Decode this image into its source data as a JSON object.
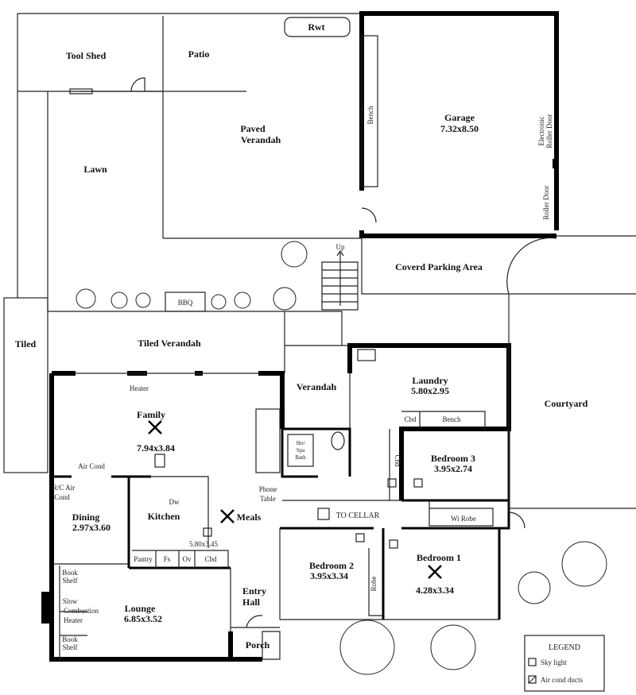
{
  "title": "House Floor Plan",
  "rooms": {
    "tool_shed": "Tool Shed",
    "patio": "Patio",
    "rwt": "Rwt",
    "paved_verandah_1": "Paved",
    "paved_verandah_2": "Verandah",
    "lawn": "Lawn",
    "garage": "Garage",
    "garage_size": "7.32x8.50",
    "bench_garage": "Bench",
    "electronic_roller_door_1": "Electronic",
    "electronic_roller_door_2": "Roller Door",
    "roller_door": "Roller Door",
    "up": "Up",
    "covered_parking": "Coverd Parking Area",
    "bbq": "BBQ",
    "tiled": "Tiled",
    "tiled_verandah": "Tiled Verandah",
    "heater": "Heater",
    "family": "Family",
    "family_size": "7.94x3.84",
    "air_cond": "Air Cond",
    "rc_air_cond_1": "R/C Air",
    "rc_air_cond_2": "Cond",
    "dining": "Dining",
    "dining_size": "2.97x3.60",
    "dw": "Dw",
    "kitchen": "Kitchen",
    "meals": "Meals",
    "meals_size": "5.80x3.45",
    "pantry": "Pantry",
    "fs": "Fs",
    "ov": "Ov",
    "cbd": "Cbd",
    "book_shelf_1": "Book",
    "book_shelf_2": "Shelf",
    "slow_1": "Slow",
    "slow_2": "Combustion",
    "slow_3": "Heater",
    "lounge": "Lounge",
    "lounge_size": "6.85x3.52",
    "entry_1": "Entry",
    "entry_2": "Hall",
    "porch": "Porch",
    "verandah": "Verandah",
    "laundry": "Laundry",
    "laundry_size": "5.80x2.95",
    "laundry_cbd": "Cbd",
    "laundry_bench": "Bench",
    "shr_1": "Shr/",
    "shr_2": "Spa",
    "shr_3": "Bath",
    "phone_1": "Phone",
    "phone_2": "Table",
    "hall_cbd": "Cbd",
    "to_cellar": "TO CELLAR",
    "bedroom3": "Bedroom 3",
    "bedroom3_size": "3.95x2.74",
    "wi_robe": "Wi Robe",
    "bedroom2": "Bedroom 2",
    "bedroom2_size": "3.95x3.34",
    "robe": "Robe",
    "bedroom1": "Bedroom 1",
    "bedroom1_size": "4.28x3.34",
    "courtyard": "Courtyard"
  },
  "legend": {
    "title": "LEGEND",
    "items": [
      "Sky light",
      "Air cond ducts"
    ]
  }
}
